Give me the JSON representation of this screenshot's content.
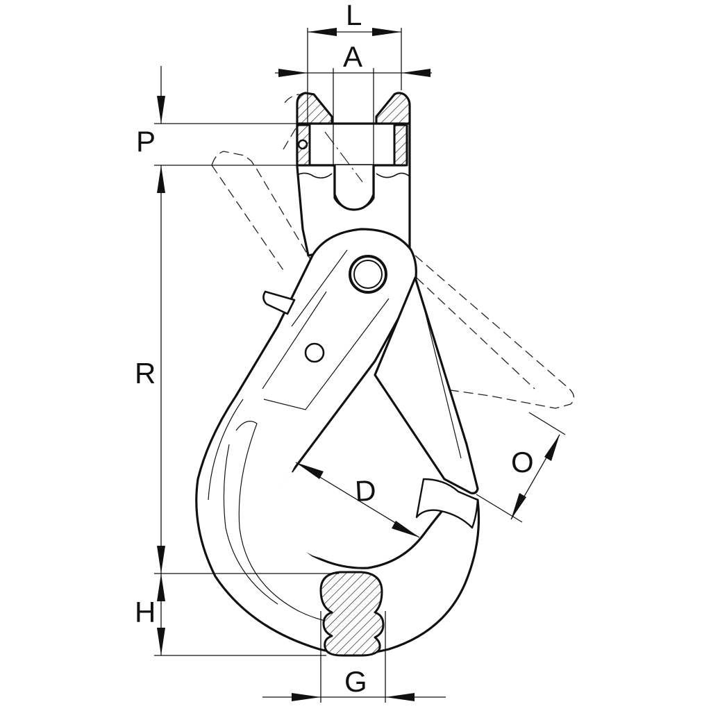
{
  "diagram": {
    "dimension_labels": {
      "L": "L",
      "A": "A",
      "P": "P",
      "R": "R",
      "D": "D",
      "O": "O",
      "H": "H",
      "G": "G"
    }
  }
}
